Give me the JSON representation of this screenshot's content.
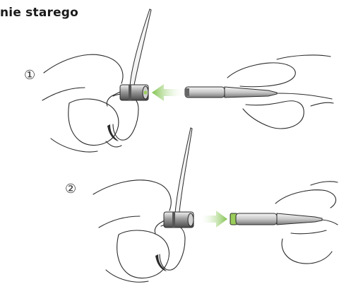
{
  "heading": "nie starego",
  "steps": [
    {
      "number": "①"
    },
    {
      "number": "②"
    }
  ],
  "colors": {
    "arrow_gradient_start": "#ffffff",
    "arrow_gradient_end": "#7fc24a",
    "connector_green": "#9acd5a",
    "metal_dark": "#6e6e6e",
    "metal_light": "#e8e8e8"
  }
}
